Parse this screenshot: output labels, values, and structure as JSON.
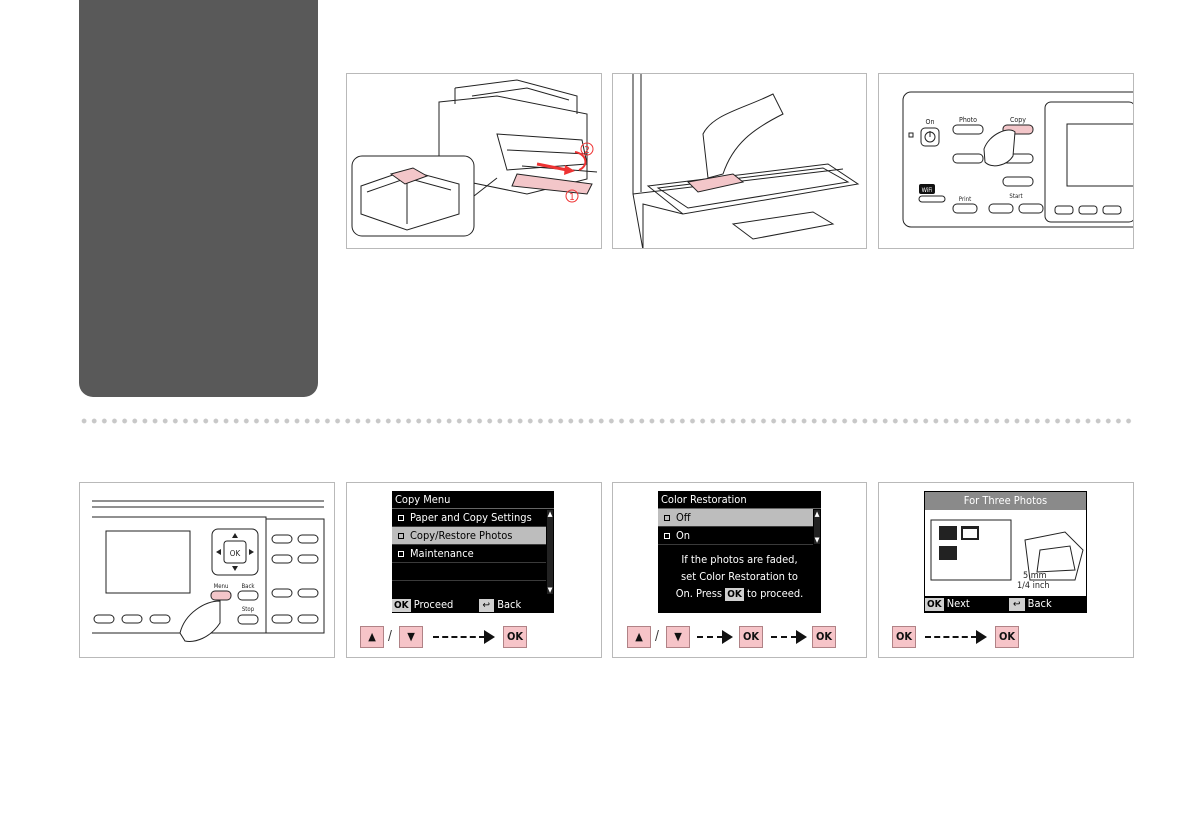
{
  "screens": {
    "copy_menu": {
      "title": "Copy Menu",
      "items": [
        "Paper and Copy Settings",
        "Copy/Restore Photos",
        "Maintenance"
      ],
      "selected": 1,
      "footer_ok": "OK",
      "footer_ok_label": "Proceed",
      "footer_back_label": "Back"
    },
    "color_restoration": {
      "title": "Color Restoration",
      "items": [
        "Off",
        "On"
      ],
      "selected": 0,
      "message_line1": "If the photos are faded,",
      "message_line2": "set Color Restoration to",
      "message_line3a": "On. Press",
      "message_ok": "OK",
      "message_line3b": "to proceed."
    },
    "three_photos": {
      "title": "For Three Photos",
      "dimension_mm": "5 mm",
      "dimension_inch": "1/4 inch",
      "footer_ok": "OK",
      "footer_ok_label": "Next",
      "footer_back_label": "Back"
    }
  },
  "control_panel": {
    "on_label": "On",
    "photo_label": "Photo",
    "copy_label": "Copy",
    "print_label": "Print",
    "start_label": "Start",
    "wifi_label": "WiFi",
    "menu_label": "Menu",
    "back_label": "Back",
    "stop_label": "Stop",
    "ok_label": "OK"
  },
  "illustration": {
    "step1": "1",
    "step2": "2"
  },
  "keys": {
    "up": "▲",
    "down": "▼",
    "ok": "OK",
    "slash": "/"
  },
  "colors": {
    "sidebar": "#595959",
    "key_fill": "#f6c4c8",
    "accent_red": "#e33"
  }
}
